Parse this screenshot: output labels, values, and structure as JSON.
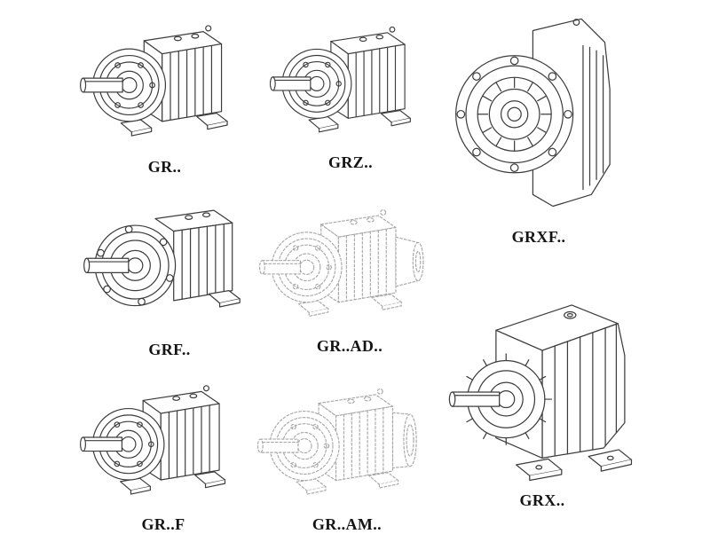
{
  "page": {
    "background": "#ffffff",
    "line_color": "#3d3d3d",
    "ghost_line_color": "#a8a8a8"
  },
  "drawings": [
    {
      "id": "gr",
      "label": "GR..",
      "line_style": "solid"
    },
    {
      "id": "grz",
      "label": "GRZ..",
      "line_style": "solid"
    },
    {
      "id": "grxf",
      "label": "GRXF..",
      "line_style": "solid"
    },
    {
      "id": "grf",
      "label": "GRF..",
      "line_style": "solid"
    },
    {
      "id": "grad",
      "label": "GR..AD..",
      "line_style": "dashed"
    },
    {
      "id": "grff",
      "label": "GR..F",
      "line_style": "solid"
    },
    {
      "id": "gram",
      "label": "GR..AM..",
      "line_style": "dashed"
    },
    {
      "id": "grx",
      "label": "GRX..",
      "line_style": "solid"
    }
  ]
}
